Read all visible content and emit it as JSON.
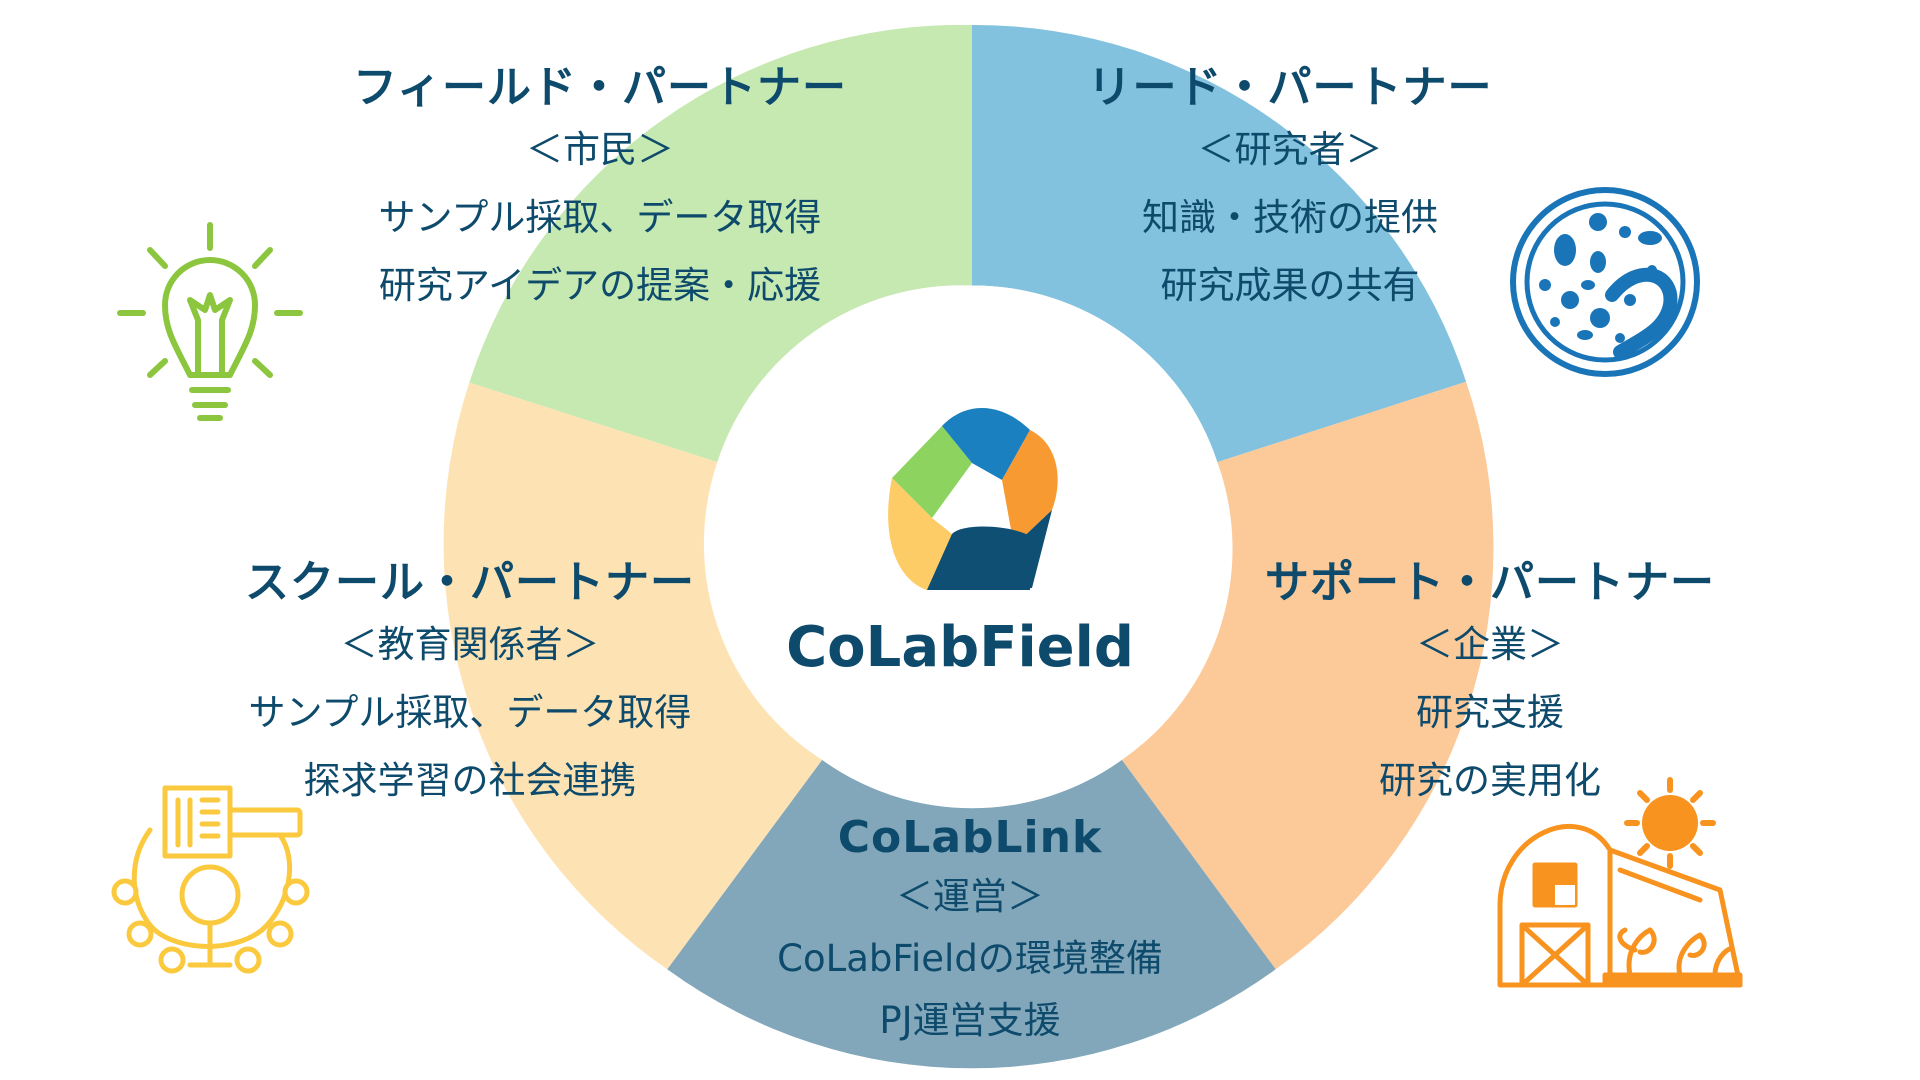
{
  "center": {
    "name": "CoLabField"
  },
  "segments": {
    "field": {
      "title": "フィールド・パートナー",
      "role": "＜市民＞",
      "lines": [
        "サンプル採取、データ取得",
        "研究アイデアの提案・応援"
      ]
    },
    "lead": {
      "title": "リード・パートナー",
      "role": "＜研究者＞",
      "lines": [
        "知識・技術の提供",
        "研究成果の共有"
      ]
    },
    "school": {
      "title": "スクール・パートナー",
      "role": "＜教育関係者＞",
      "lines": [
        "サンプル採取、データ取得",
        "探求学習の社会連携"
      ]
    },
    "support": {
      "title": "サポート・パートナー",
      "role": "＜企業＞",
      "lines": [
        "研究支援",
        "研究の実用化"
      ]
    },
    "link": {
      "title": "CoLabLink",
      "role": "＜運営＞",
      "lines": [
        "CoLabFieldの環境整備",
        "PJ運営支援"
      ]
    }
  },
  "colors": {
    "field": "#c6e8b1",
    "lead": "#82c2de",
    "support": "#fcc999",
    "link": "#82a7ba",
    "school": "#fde3b3",
    "text": "#0d4a6b",
    "icon_green": "#8cc63f",
    "icon_blue": "#1a75b8",
    "icon_orange": "#f7931e",
    "icon_yellow": "#fbc93d"
  },
  "icons": [
    "lightbulb-icon",
    "microbe-petri-dish-icon",
    "research-network-icon",
    "barn-greenhouse-icon",
    "colabfield-logo"
  ]
}
